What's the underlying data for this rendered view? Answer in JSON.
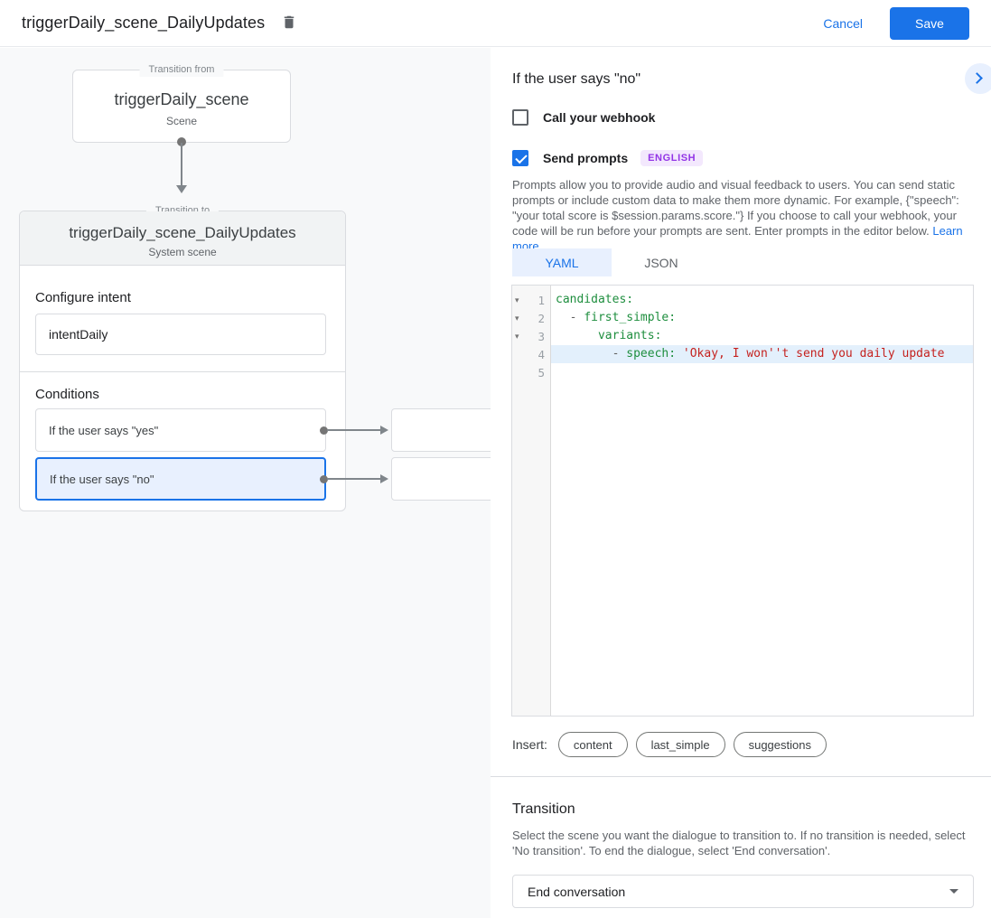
{
  "header": {
    "title": "triggerDaily_scene_DailyUpdates",
    "cancel": "Cancel",
    "save": "Save"
  },
  "flow": {
    "from": {
      "legend": "Transition from",
      "title": "triggerDaily_scene",
      "subtitle": "Scene"
    },
    "to": {
      "legend": "Transition to",
      "title": "triggerDaily_scene_DailyUpdates",
      "subtitle": "System scene",
      "intent_heading": "Configure intent",
      "intent_value": "intentDaily",
      "conditions_heading": "Conditions",
      "conditions": [
        {
          "label": "If the user says \"yes\"",
          "selected": false
        },
        {
          "label": "If the user says \"no\"",
          "selected": true
        }
      ]
    }
  },
  "panel": {
    "title": "If the user says \"no\"",
    "collapse_icon": "chevron-right",
    "webhook_label": "Call your webhook",
    "webhook_checked": false,
    "prompts_label": "Send prompts",
    "prompts_checked": true,
    "language_badge": "ENGLISH",
    "description": "Prompts allow you to provide audio and visual feedback to users. You can send static prompts or include custom data to make them more dynamic. For example, {\"speech\": \"your total score is $session.params.score.\"} If you choose to call your webhook, your code will be run before your prompts are sent. Enter prompts in the editor below. ",
    "learn_more": "Learn more",
    "tabs": {
      "yaml": "YAML",
      "json": "JSON",
      "active": "YAML"
    },
    "editor_lines": [
      {
        "fold": "▾",
        "num": "1",
        "key": "candidates:"
      },
      {
        "fold": "▾",
        "num": "2",
        "indent": "  ",
        "dash": "- ",
        "key": "first_simple:"
      },
      {
        "fold": "▾",
        "num": "3",
        "indent": "      ",
        "key": "variants:"
      },
      {
        "num": "4",
        "indent": "        ",
        "dash": "- ",
        "key": "speech: ",
        "string": "'Okay, I won''t send you daily update"
      },
      {
        "num": "5"
      }
    ],
    "insert_label": "Insert:",
    "chips": [
      "content",
      "last_simple",
      "suggestions"
    ],
    "transition": {
      "heading": "Transition",
      "description": "Select the scene you want the dialogue to transition to. If no transition is needed, select 'No transition'. To end the dialogue, select 'End conversation'.",
      "value": "End conversation"
    }
  },
  "colors": {
    "accent": "#1a73e8",
    "accent_light": "#e8f0fe",
    "yaml_key": "#1e8e3e",
    "yaml_string": "#c5221f",
    "badge_purple": "#9334e6",
    "canvas_bg": "#f8f9fa"
  }
}
